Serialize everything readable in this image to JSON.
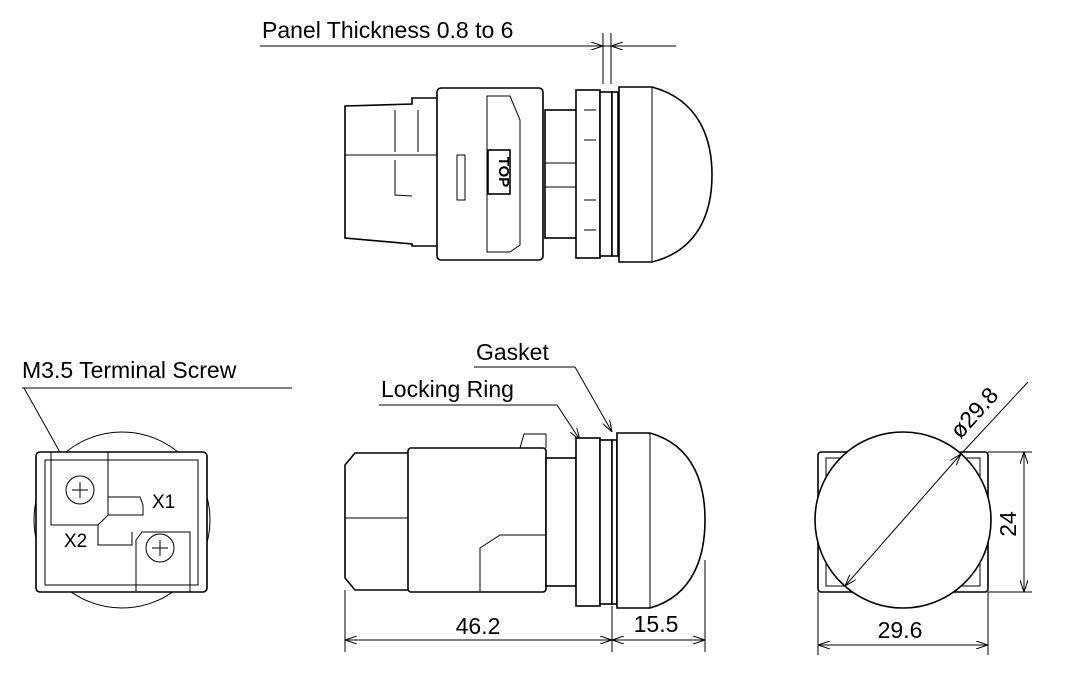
{
  "title": "Pilot light dimensional drawing",
  "labels": {
    "panel_thickness": "Panel Thickness 0.8 to 6",
    "terminal_screw": "M3.5 Terminal Screw",
    "gasket": "Gasket",
    "locking_ring": "Locking Ring",
    "top_mark": "TOP",
    "terminal_x1": "X1",
    "terminal_x2": "X2"
  },
  "dimensions": {
    "body_length": "46.2",
    "lens_length": "15.5",
    "width": "29.6",
    "height": "24",
    "diameter": "ø29.8"
  },
  "colors": {
    "line": "#000000",
    "background": "#ffffff"
  }
}
